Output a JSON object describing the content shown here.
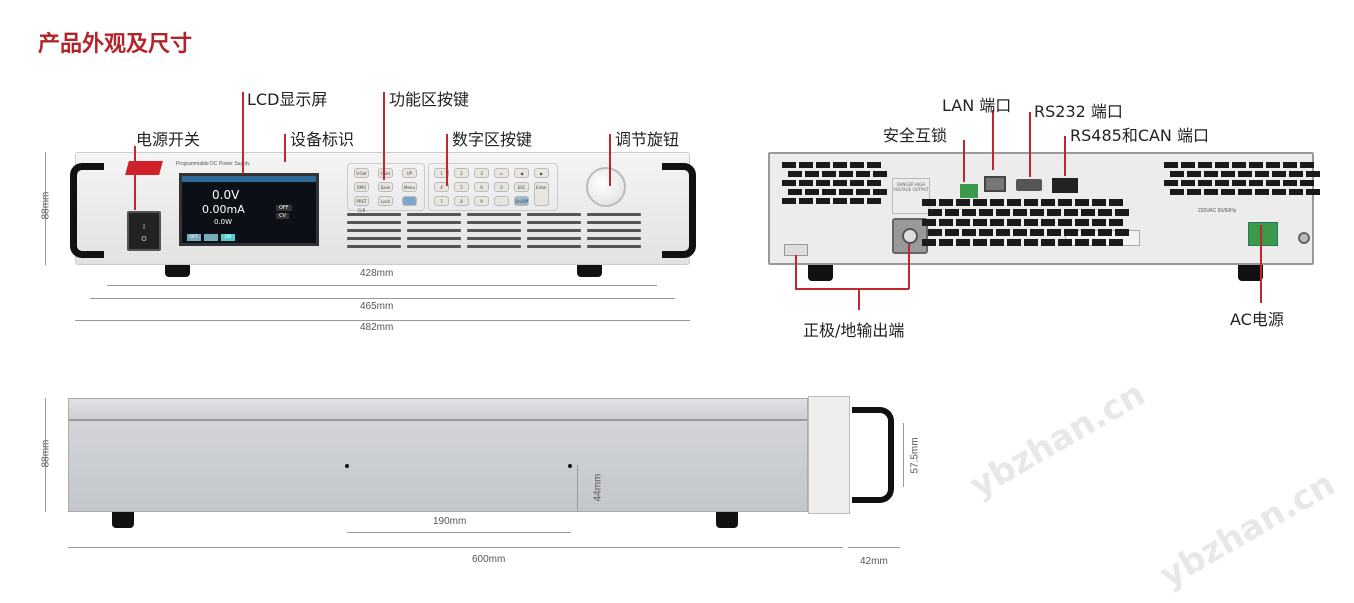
{
  "title": "产品外观及尺寸",
  "watermark": "ybzhan.cn",
  "front": {
    "labels": {
      "power_switch": "电源开关",
      "lcd": "LCD显示屏",
      "device_id": "设备标识",
      "function_keys": "功能区按键",
      "numeric_keys": "数字区按键",
      "knob": "调节旋钮"
    },
    "panel_text": "Programmable DC Power Supply",
    "lcd": {
      "voltage": "0.0V",
      "current": "0.00mA",
      "power": "0.0W",
      "status1": "OFF",
      "status2": "CV",
      "buttons": [
        "OFF",
        "",
        "ON"
      ]
    },
    "function_keys": [
      "V-Set",
      "I-Set",
      "I/P",
      "RMS",
      "Save",
      "Menu",
      "PRST CLR",
      "Lock",
      ""
    ],
    "numeric_keys": [
      "1",
      "2",
      "3",
      "⇐",
      "◀",
      "▶",
      "4",
      "5",
      "6",
      "0",
      "ESC",
      "Enter",
      "7",
      "8",
      "9",
      ".",
      "On/Off"
    ],
    "dims": {
      "height": "88mm",
      "w1": "428mm",
      "w2": "465mm",
      "w3": "482mm"
    }
  },
  "back": {
    "labels": {
      "lan": "LAN 端口",
      "rs232": "RS232 端口",
      "interlock": "安全互锁",
      "rs485": "RS485和CAN 端口",
      "output": "正极/地输出端",
      "ac": "AC电源"
    },
    "warning": "DANGER HIGH VOLTAGE OUTPUT",
    "ac_rating": "220VAC 50/60Hz"
  },
  "side": {
    "dims": {
      "height": "88mm",
      "holes": "190mm",
      "hole_h": "44mm",
      "depth": "600mm",
      "handle_depth": "42mm",
      "handle_span": "57.5mm"
    }
  },
  "colors": {
    "accent": "#b5232a",
    "leader": "#c0272d"
  }
}
